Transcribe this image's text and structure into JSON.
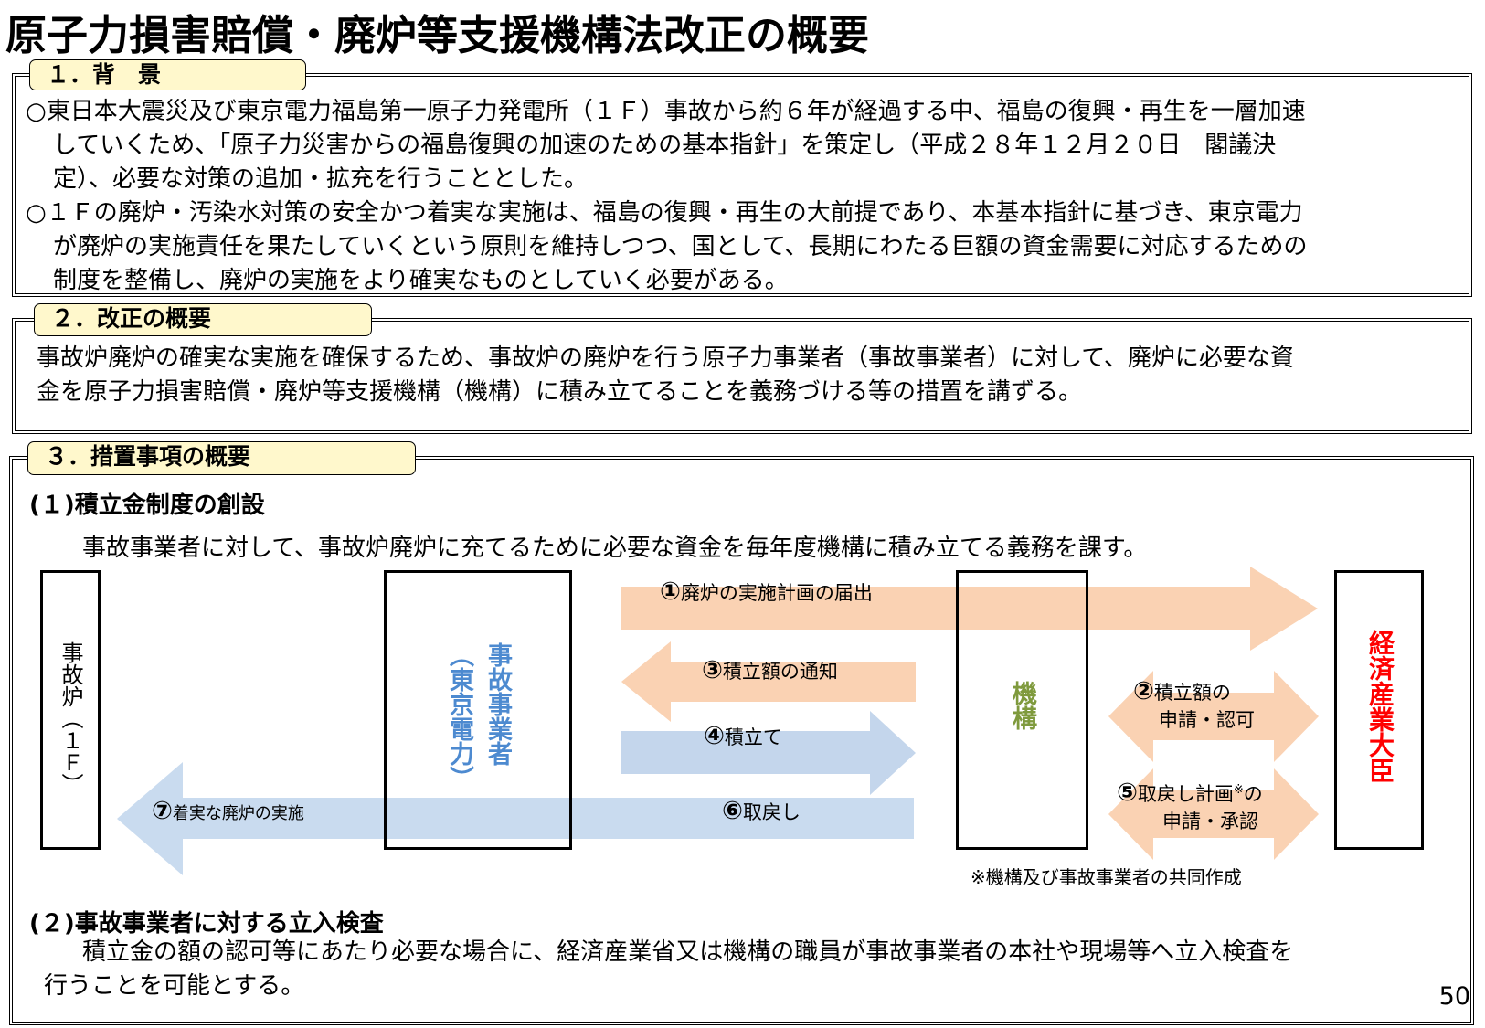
{
  "title": "原子力損害賠償・廃炉等支援機構法改正の概要",
  "section1": {
    "tab": "１．背　景",
    "paragraphs": [
      {
        "bullet": "○",
        "lines": [
          "東日本大震災及び東京電力福島第一原子力発電所（１Ｆ）事故から約６年が経過する中、福島の復興・再生を一層加速",
          "していくため、「原子力災害からの福島復興の加速のための基本指針」を策定し（平成２８年１２月２０日　閣議決",
          "定）、必要な対策の追加・拡充を行うこととした。"
        ]
      },
      {
        "bullet": "○",
        "lines": [
          "１Ｆの廃炉・汚染水対策の安全かつ着実な実施は、福島の復興・再生の大前提であり、本基本指針に基づき、東京電力",
          "が廃炉の実施責任を果たしていくという原則を維持しつつ、国として、長期にわたる巨額の資金需要に対応するための",
          "制度を整備し、廃炉の実施をより確実なものとしていく必要がある。"
        ]
      }
    ]
  },
  "section2": {
    "tab": "２．改正の概要",
    "lines": [
      "事故炉廃炉の確実な実施を確保するため、事故炉の廃炉を行う原子力事業者（事故事業者）に対して、廃炉に必要な資",
      "金を原子力損害賠償・廃炉等支援機構（機構）に積み立てることを義務づける等の措置を講ずる。"
    ]
  },
  "section3": {
    "tab": "３．措置事項の概要",
    "sub1": {
      "heading": "(１)積立金制度の創設",
      "text": "事故事業者に対して、事故炉廃炉に充てるために必要な資金を毎年度機構に積み立てる義務を課す。"
    },
    "diagram": {
      "boxes": {
        "reactor": "事故炉（１Ｆ）",
        "operator_main": "事故事業者",
        "operator_sub": "（東京電力）",
        "organization": "機構",
        "minister": "経済産業大臣"
      },
      "arrows": [
        {
          "num": "①",
          "label": "廃炉の実施計画の届出"
        },
        {
          "num": "③",
          "label": "積立額の通知"
        },
        {
          "num": "②",
          "label": "積立額の",
          "label2": "申請・認可"
        },
        {
          "num": "④",
          "label": "積立て"
        },
        {
          "num": "⑤",
          "label": "取戻し計画",
          "mark": "※",
          "label_tail": "の",
          "label2": "申請・承認"
        },
        {
          "num": "⑥",
          "label": "取戻し"
        },
        {
          "num": "⑦",
          "label": "着実な廃炉の実施"
        }
      ],
      "note": "※機構及び事故事業者の共同作成",
      "colors": {
        "orange_arrow": "#f8cfae",
        "blue_arrow": "#c4d6ec",
        "operator_text": "#4d8ad0",
        "organization_text": "#7f9a3d",
        "minister_text": "#ff0000"
      }
    },
    "sub2": {
      "heading": "(２)事故事業者に対する立入検査",
      "lines": [
        "積立金の額の認可等にあたり必要な場合に、経済産業省又は機構の職員が事故事業者の本社や現場等へ立入検査を",
        "行うことを可能とする。"
      ]
    }
  },
  "page_number": "50"
}
